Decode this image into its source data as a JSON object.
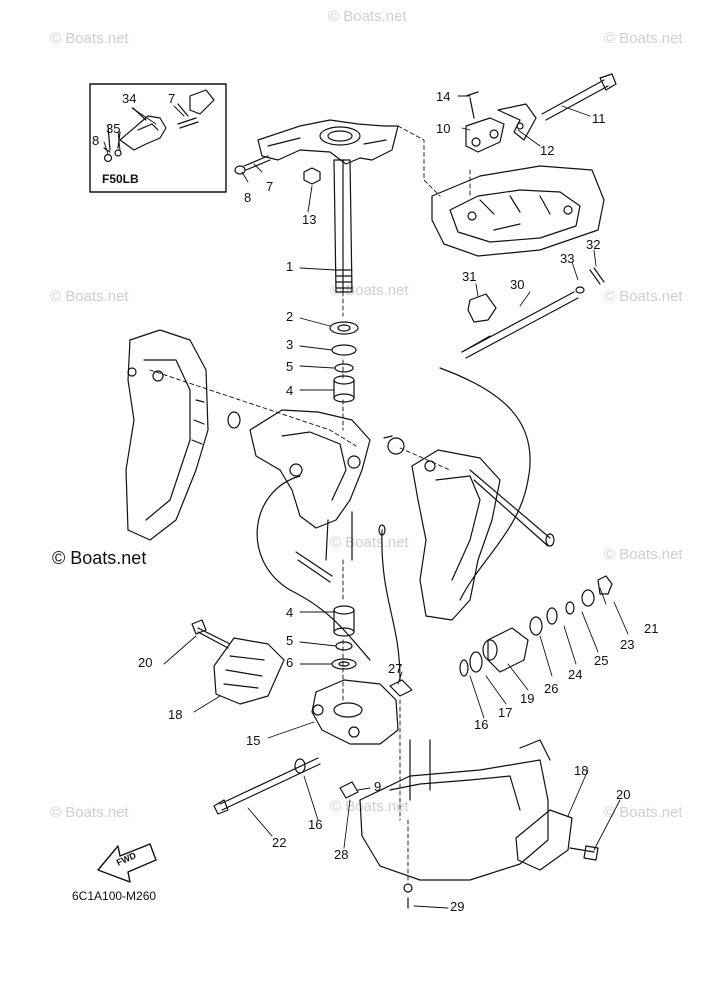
{
  "watermark": "© Boats.net",
  "inset": {
    "label": "F50LB"
  },
  "drawing_code": "6C1A100-M260",
  "direction_label": "FWD",
  "callouts": {
    "c1": "1",
    "c2": "2",
    "c3": "3",
    "c4a": "4",
    "c4b": "4",
    "c5a": "5",
    "c5b": "5",
    "c6": "6",
    "c7a": "7",
    "c7b": "7",
    "c8a": "8",
    "c8b": "8",
    "c9": "9",
    "c10": "10",
    "c11": "11",
    "c12": "12",
    "c13": "13",
    "c14": "14",
    "c15": "15",
    "c16a": "16",
    "c16b": "16",
    "c17": "17",
    "c18a": "18",
    "c18b": "18",
    "c19": "19",
    "c20a": "20",
    "c20b": "20",
    "c21": "21",
    "c22": "22",
    "c23": "23",
    "c24": "24",
    "c25": "25",
    "c26": "26",
    "c27": "27",
    "c28": "28",
    "c29": "29",
    "c30": "30",
    "c31": "31",
    "c32": "32",
    "c33": "33",
    "c34": "34",
    "c35": "35"
  }
}
